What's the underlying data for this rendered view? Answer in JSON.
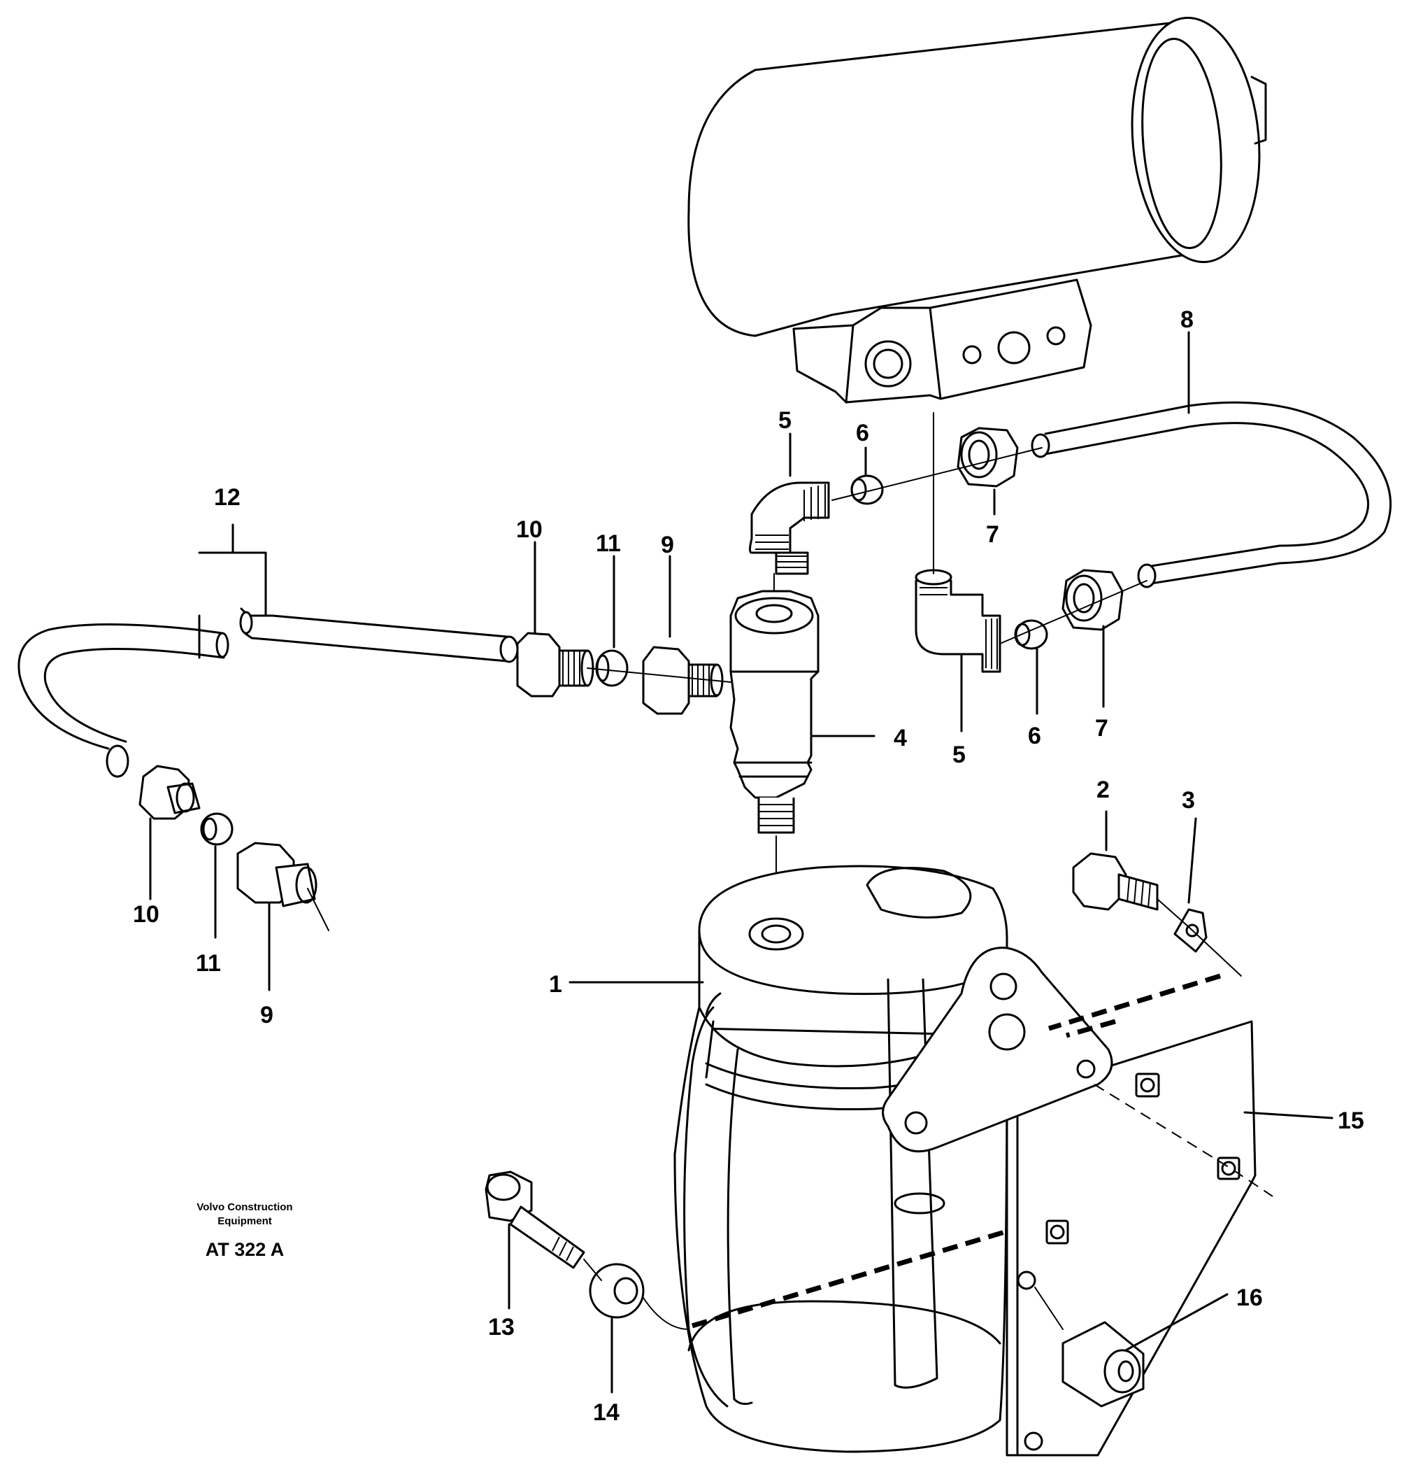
{
  "caption": {
    "line1": "Volvo Construction",
    "line2": "Equipment",
    "code": "AT 322 A"
  },
  "callouts": {
    "c1": "1",
    "c2": "2",
    "c3": "3",
    "c4": "4",
    "c5a": "5",
    "c5b": "5",
    "c6a": "6",
    "c6b": "6",
    "c7a": "7",
    "c7b": "7",
    "c8": "8",
    "c9a": "9",
    "c9b": "9",
    "c10a": "10",
    "c10b": "10",
    "c11a": "11",
    "c11b": "11",
    "c12": "12",
    "c13": "13",
    "c14": "14",
    "c15": "15",
    "c16": "16"
  }
}
